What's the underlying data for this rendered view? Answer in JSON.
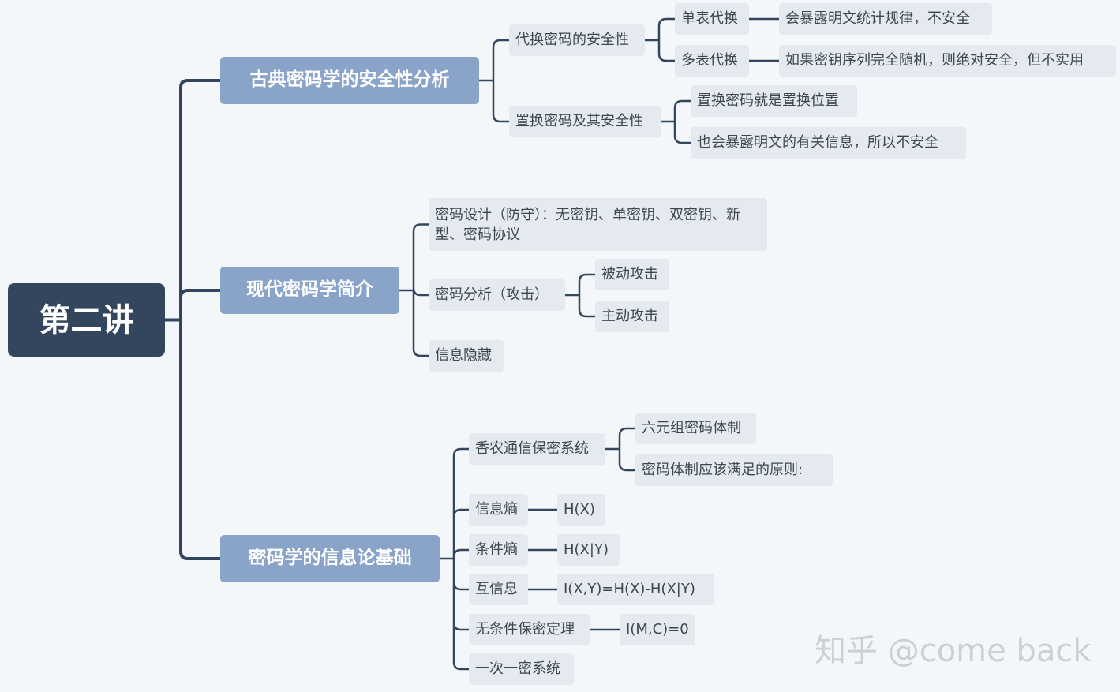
{
  "colors": {
    "background": "#f4f7fa",
    "root": "#34465d",
    "main": "#8aa3c8",
    "sub": "#e5eaf0",
    "line": "#34465d",
    "text": "#3f4650"
  },
  "mindmap": {
    "root": "第二讲",
    "branches": [
      {
        "label": "古典密码学的安全性分析",
        "children": [
          {
            "label": "代换密码的安全性",
            "children": [
              {
                "label": "单表代换",
                "children": [
                  {
                    "label": "会暴露明文统计规律，不安全"
                  }
                ]
              },
              {
                "label": "多表代换",
                "children": [
                  {
                    "label": "如果密钥序列完全随机，则绝对安全，但不实用"
                  }
                ]
              }
            ]
          },
          {
            "label": "置换密码及其安全性",
            "children": [
              {
                "label": "置换密码就是置换位置"
              },
              {
                "label": "也会暴露明文的有关信息，所以不安全"
              }
            ]
          }
        ]
      },
      {
        "label": "现代密码学简介",
        "children": [
          {
            "label": "密码设计（防守）：无密钥、单密钥、双密钥、新型、密码协议"
          },
          {
            "label": "密码分析（攻击）",
            "children": [
              {
                "label": "被动攻击"
              },
              {
                "label": "主动攻击"
              }
            ]
          },
          {
            "label": "信息隐藏"
          }
        ]
      },
      {
        "label": "密码学的信息论基础",
        "children": [
          {
            "label": "香农通信保密系统",
            "children": [
              {
                "label": "六元组密码体制"
              },
              {
                "label": "密码体制应该满足的原则:"
              }
            ]
          },
          {
            "label": "信息熵",
            "children": [
              {
                "label": "H(X)"
              }
            ]
          },
          {
            "label": "条件熵",
            "children": [
              {
                "label": "H(X|Y)"
              }
            ]
          },
          {
            "label": "互信息",
            "children": [
              {
                "label": "I(X,Y)=H(X)-H(X|Y)"
              }
            ]
          },
          {
            "label": "无条件保密定理",
            "children": [
              {
                "label": "I(M,C)=0"
              }
            ]
          },
          {
            "label": "一次一密系统"
          }
        ]
      }
    ]
  },
  "watermark": {
    "text": "知乎 @come back"
  }
}
